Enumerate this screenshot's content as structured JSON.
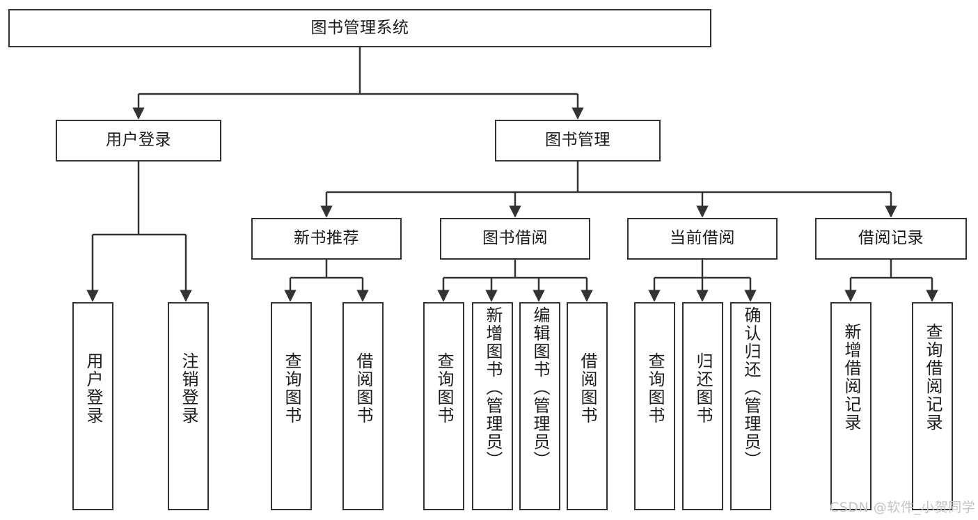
{
  "diagram": {
    "type": "tree-hierarchy",
    "title": "图书管理系统",
    "watermark": "CSDN @软件_小贺同学",
    "colors": {
      "background": "#ffffff",
      "box_border": "#333333",
      "box_fill": "#ffffff",
      "text": "#1b1b1b",
      "connector": "#333333",
      "watermark": "#c4c4c4"
    },
    "root": {
      "id": "root",
      "label": "图书管理系统",
      "orientation": "horizontal"
    },
    "level1": [
      {
        "id": "user-login",
        "label": "用户登录",
        "orientation": "horizontal"
      },
      {
        "id": "book-manage",
        "label": "图书管理",
        "orientation": "horizontal"
      }
    ],
    "level2": [
      {
        "id": "new-book-recommend",
        "label": "新书推荐",
        "orientation": "horizontal",
        "parent": "book-manage"
      },
      {
        "id": "book-borrow",
        "label": "图书借阅",
        "orientation": "horizontal",
        "parent": "book-manage"
      },
      {
        "id": "current-borrow",
        "label": "当前借阅",
        "orientation": "horizontal",
        "parent": "book-manage"
      },
      {
        "id": "borrow-record",
        "label": "借阅记录",
        "orientation": "horizontal",
        "parent": "book-manage"
      }
    ],
    "leaves": [
      {
        "id": "leaf-user-login",
        "label": "用户登录",
        "parent": "user-login"
      },
      {
        "id": "leaf-user-logout",
        "label": "注销登录",
        "parent": "user-login"
      },
      {
        "id": "leaf-query-book-1",
        "label": "查询图书",
        "parent": "new-book-recommend"
      },
      {
        "id": "leaf-borrow-book-1",
        "label": "借阅图书",
        "parent": "new-book-recommend"
      },
      {
        "id": "leaf-query-book-2",
        "label": "查询图书",
        "parent": "book-borrow"
      },
      {
        "id": "leaf-add-book",
        "label": "新增图书（管理员）",
        "parent": "book-borrow"
      },
      {
        "id": "leaf-edit-book",
        "label": "编辑图书（管理员）",
        "parent": "book-borrow"
      },
      {
        "id": "leaf-borrow-book-2",
        "label": "借阅图书",
        "parent": "book-borrow"
      },
      {
        "id": "leaf-query-book-3",
        "label": "查询图书",
        "parent": "current-borrow"
      },
      {
        "id": "leaf-return-book",
        "label": "归还图书",
        "parent": "current-borrow"
      },
      {
        "id": "leaf-confirm-return",
        "label": "确认归还（管理员）",
        "parent": "current-borrow"
      },
      {
        "id": "leaf-add-record",
        "label": "新增借阅记录",
        "parent": "borrow-record"
      },
      {
        "id": "leaf-query-record",
        "label": "查询借阅记录",
        "parent": "borrow-record"
      }
    ]
  }
}
